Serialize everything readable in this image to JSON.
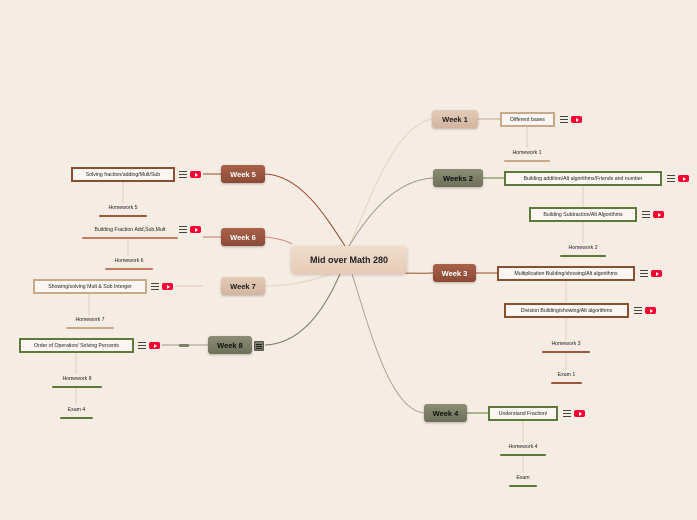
{
  "central": "Mid over Math 280",
  "weeks": {
    "w1": "Week 1",
    "w2": "Weeks 2",
    "w3": "Week 3",
    "w4": "Week 4",
    "w5": "Week 5",
    "w6": "Week 6",
    "w7": "Week 7",
    "w8": "Week 8"
  },
  "topics": {
    "different_bases": "Different bases",
    "hw1": "Homework 1",
    "building_addition": "Building addition/Alt algorithms/Friends and number",
    "building_subtraction": "Building Subtraction/Alt Algorithms",
    "hw2": "Homework 2",
    "multiplication": "Multiplication Building/showing/Alt algorithms",
    "division": "Division Building/showing/Alt algorithms",
    "hw3": "Homework 3",
    "exam1": "Exam 1",
    "understand_fraction": "Understand Fraction/",
    "hw4": "Homework 4",
    "exam": "Exam",
    "solving_fraction": "Solving fraction/adding/Mult/Sub",
    "hw5": "Homework 5",
    "building_fraction": "Building Fraction Add,Sub,Mult",
    "hw6": "Homework 6",
    "showing_integer": "Showing/solving Mult & Sub Interger",
    "hw7": "Homework 7",
    "order_operation": "Order of Operation/ Solving Percents",
    "hw8": "Homework 8",
    "exam4": "Exam 4"
  },
  "colors": {
    "background": "#f5ece4",
    "rust": "#8a4f2e",
    "green": "#5c7a3a",
    "tan": "#c8aa86",
    "youtube": "#ff0033"
  },
  "icons": [
    "notes-icon",
    "youtube-icon"
  ]
}
